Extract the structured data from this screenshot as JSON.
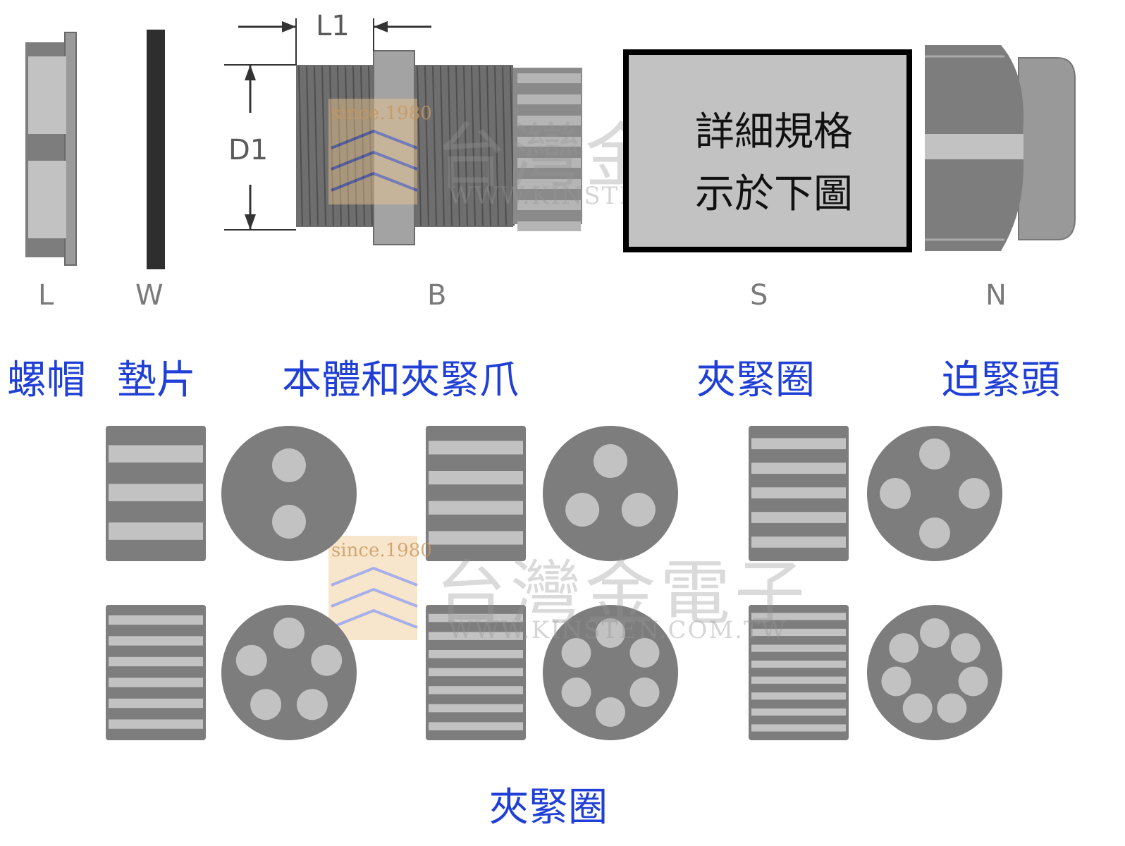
{
  "dimensions": {
    "length": "L1",
    "diameter": "D1"
  },
  "parts": [
    {
      "letter": "L",
      "name": "螺帽"
    },
    {
      "letter": "W",
      "name": "墊片"
    },
    {
      "letter": "B",
      "name": "本體和夾緊爪"
    },
    {
      "letter": "S",
      "name": "夾緊圈"
    },
    {
      "letter": "N",
      "name": "迫緊頭"
    }
  ],
  "spec_box": {
    "line1": "詳細規格",
    "line2": "示於下圖"
  },
  "inserts_caption": "夾緊圈",
  "insert_hole_counts": [
    2,
    3,
    4,
    5,
    6,
    7
  ],
  "watermark": {
    "brand": "台灣金電子",
    "url": "WWW.KINSTEN.COM.TW",
    "since": "since.1980"
  },
  "colors": {
    "label_blue": "#1f3fd6",
    "part_gray": "#7d7d7d",
    "light_gray": "#c2c2c2"
  }
}
